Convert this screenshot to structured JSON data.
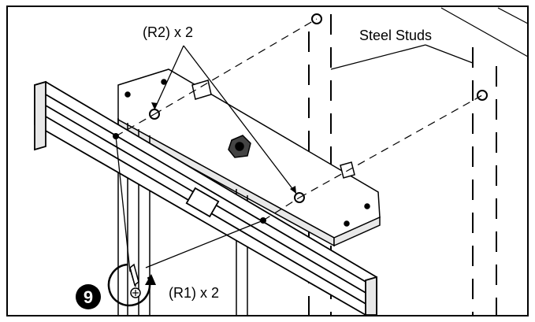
{
  "labels": {
    "r2": "(R2) x 2",
    "studs": "Steel Studs",
    "r1": "(R1) x 2"
  },
  "step": {
    "number": "9"
  },
  "colors": {
    "ink": "#000000",
    "paper": "#ffffff",
    "shade": "#e8e8e8"
  }
}
